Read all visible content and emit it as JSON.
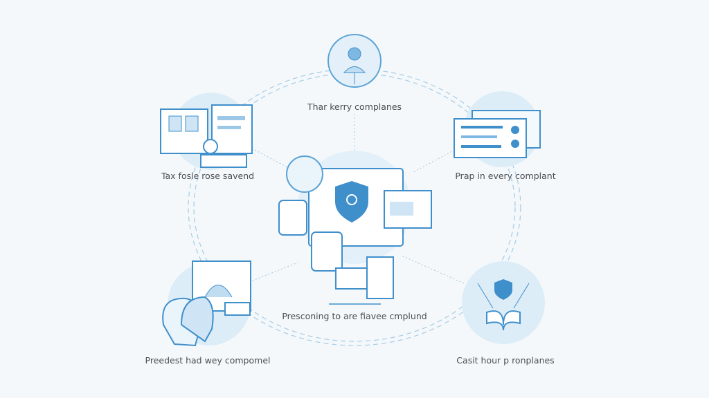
{
  "colors": {
    "accent": "#3f8fcb",
    "light": "#d9ecf8",
    "line": "#9cc7e6",
    "text": "#4a4f55",
    "background": "#f5f8fa"
  },
  "nodes": [
    {
      "id": "top",
      "label": "Thar kerry complanes",
      "icon": "person-idea-icon"
    },
    {
      "id": "top-left",
      "label": "Tax fosle rose savend",
      "icon": "documents-icon"
    },
    {
      "id": "top-right",
      "label": "Prap in every complant",
      "icon": "dashboard-icon"
    },
    {
      "id": "center",
      "label": "Presconing to are fiavee cmplund",
      "icon": "shield-monitor-icon"
    },
    {
      "id": "bottom-left",
      "label": "Preedest had wey compomel",
      "icon": "people-chart-icon"
    },
    {
      "id": "bottom-right",
      "label": "Casit hour p ronplanes",
      "icon": "shield-book-icon"
    }
  ]
}
